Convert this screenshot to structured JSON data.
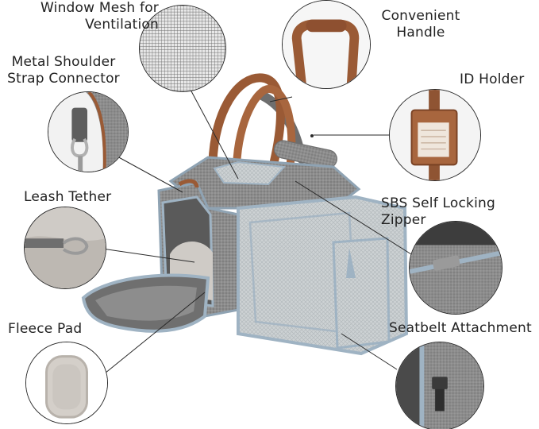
{
  "callouts": {
    "window_mesh": "Window Mesh for\nVentilation",
    "convenient_handle": "Convenient\nHandle",
    "metal_shoulder_strap": "Metal Shoulder\nStrap Connector",
    "id_holder": "ID Holder",
    "leash_tether": "Leash Tether",
    "sbs_zipper": "SBS Self Locking Zipper",
    "fleece_pad": "Fleece Pad",
    "seatbelt_attachment": "Seatbelt Attachment"
  },
  "colors": {
    "fabric_gray": "#8a8a8a",
    "mesh_gray": "#c9cdcf",
    "leather_brown": "#9a5a35",
    "trim_blue": "#9fb3c3",
    "fleece": "#cfcbc6",
    "ink": "#222222"
  },
  "icons": [
    "window-mesh-detail",
    "handle-detail",
    "strap-connector-detail",
    "id-tag-detail",
    "leash-tether-detail",
    "zipper-detail",
    "fleece-pad-detail",
    "seatbelt-detail",
    "pet-carrier-product"
  ]
}
